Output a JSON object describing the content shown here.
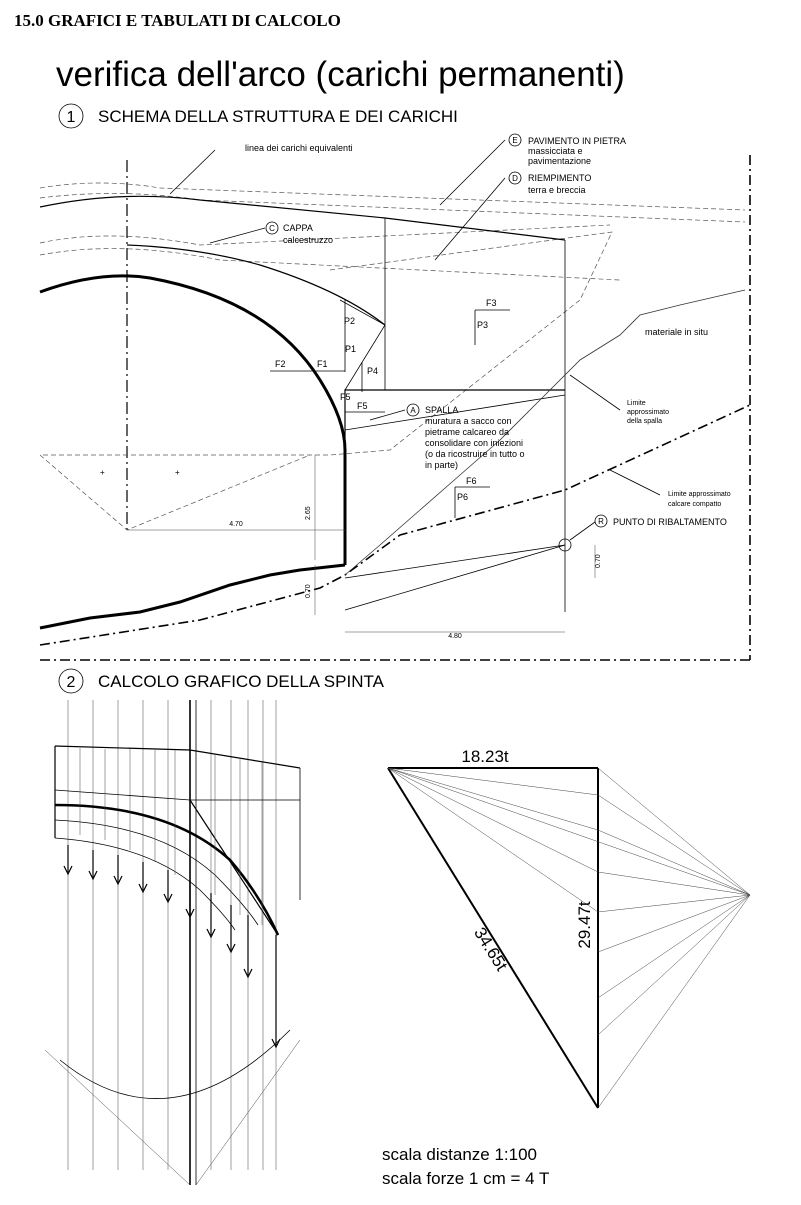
{
  "header": {
    "section": "15.0   GRAFICI E TABULATI DI CALCOLO"
  },
  "title": "verifica dell'arco (carichi permanenti)",
  "section1": {
    "number": "1",
    "heading": "SCHEMA DELLA STRUTTURA E DEI CARICHI",
    "labels": {
      "linea_carichi": "linea dei carichi equivalenti",
      "E_letter": "E",
      "E_title": "PAVIMENTO IN PIETRA",
      "E_sub1": "massicciata e",
      "E_sub2": "pavimentazione",
      "D_letter": "D",
      "D_title": "RIEMPIMENTO",
      "D_sub": "terra e breccia",
      "C_letter": "C",
      "C_title": "CAPPA",
      "C_sub": "calcestruzzo",
      "materiale": "materiale in situ",
      "limite_spalla_1": "Limite",
      "limite_spalla_2": "approssimato",
      "limite_spalla_3": "della spalla",
      "limite_calcare_1": "Limite approssimato",
      "limite_calcare_2": "calcare compatto",
      "A_letter": "A",
      "A_title": "SPALLA",
      "A_l1": "muratura a sacco con",
      "A_l2": "pietrame calcareo da",
      "A_l3": "consolidare con iniezioni",
      "A_l4": "(o da ricostruire in tutto o",
      "A_l5": "in parte)",
      "R_letter": "R",
      "R_title": "PUNTO DI RIBALTAMENTO"
    },
    "forces": {
      "P1": "P1",
      "P2": "P2",
      "P3": "P3",
      "P4": "P4",
      "P6": "P6",
      "F1": "F1",
      "F2": "F2",
      "F3": "F3",
      "F5a": "F5",
      "F5b": "F5",
      "F6": "F6"
    },
    "dims": {
      "d470": "4.70",
      "d265": "2.65",
      "d070a": "0.70",
      "d070b": "0.70",
      "d480": "4.80"
    }
  },
  "section2": {
    "number": "2",
    "heading": "CALCOLO GRAFICO DELLA SPINTA",
    "force_polygon": {
      "horizontal_label": "18.23t",
      "vertical_label": "29.47t",
      "resultant_label": "34.65t",
      "horizontal_thrust_t": 18.23,
      "vertical_load_t": 29.47,
      "resultant_t": 34.65
    },
    "scale_distances": "scala distanze 1:100",
    "scale_forces": "scala forze 1 cm = 4 T"
  }
}
